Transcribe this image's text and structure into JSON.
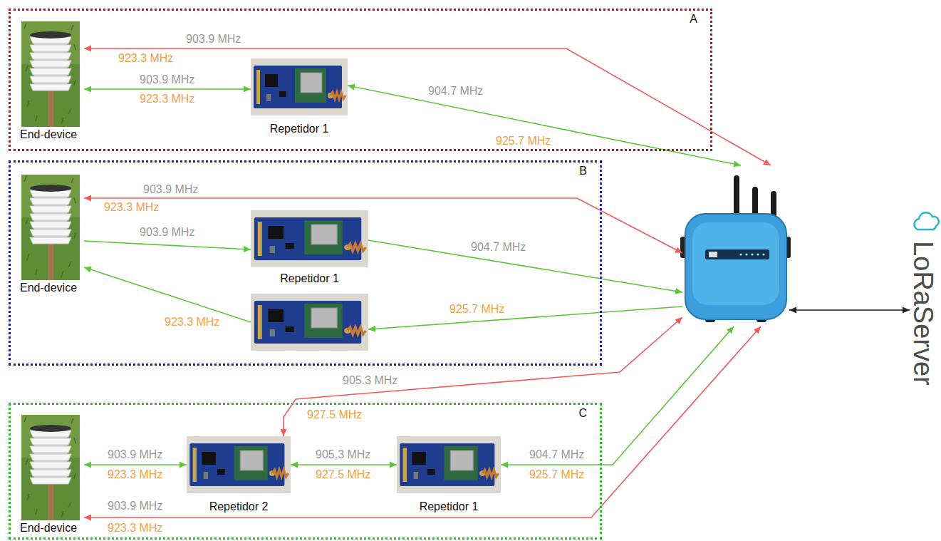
{
  "diagram": {
    "nodes": [
      {
        "text": [
          "A"
        ]
      },
      {
        "text": [
          "End-device"
        ],
        "in": 0
      },
      {
        "text": [
          "Repetidor 1"
        ],
        "in": 0
      },
      {
        "text": [
          "B"
        ]
      },
      {
        "text": [
          "End-device"
        ],
        "in": 3
      },
      {
        "text": [
          "Repetidor 1"
        ],
        "in": 3
      },
      {
        "text": [],
        "in": 3
      },
      {
        "text": [
          "C"
        ]
      },
      {
        "text": [
          "End-device"
        ],
        "in": 7
      },
      {
        "text": [
          "Repetidor 2"
        ],
        "in": 7
      },
      {
        "text": [
          "Repetidor 1"
        ],
        "in": 7
      },
      {
        "text": []
      },
      {
        "text": [
          "LoRaServer"
        ]
      }
    ],
    "edges": [
      {
        "from": 1,
        "to": 11,
        "arrow": "both",
        "label": "903.9 MHz"
      },
      {
        "from": 1,
        "to": 2,
        "arrow": "both",
        "label": "903.9 MHz"
      },
      {
        "from": 2,
        "to": 11,
        "arrow": "both",
        "label": "904.7 MHz"
      },
      {
        "from": 4,
        "to": 11,
        "arrow": "both",
        "label": "903.9 MHz"
      },
      {
        "from": 4,
        "to": 5,
        "arrow": "to",
        "label": "903.9 MHz"
      },
      {
        "from": 5,
        "to": 11,
        "arrow": "to",
        "label": "904.7 MHz"
      },
      {
        "from": 11,
        "to": 6,
        "arrow": "to",
        "label": "925.7 MHz"
      },
      {
        "from": 6,
        "to": 4,
        "arrow": "to",
        "label": "923.3 MHz"
      },
      {
        "from": 11,
        "to": 9,
        "arrow": "both",
        "label": "905.3 MHz"
      },
      {
        "from": 8,
        "to": 9,
        "arrow": "both",
        "label": "903.9 MHz"
      },
      {
        "from": 9,
        "to": 10,
        "arrow": "both",
        "label": "905.3 MHz"
      },
      {
        "from": 10,
        "to": 11,
        "arrow": "both",
        "label": "904.7 MHz"
      },
      {
        "from": 8,
        "to": 11,
        "arrow": "both",
        "label": "903.9 MHz"
      },
      {
        "from": 11,
        "to": 12,
        "arrow": "both"
      }
    ],
    "labels": [
      "923.3 MHz",
      "923.3 MHz",
      "925.7 MHz",
      "923.3 MHz",
      "927.5 MHz",
      "923.3 MHz",
      "927.5 MHz",
      "925.7 MHz",
      "923.3 MHz"
    ]
  }
}
